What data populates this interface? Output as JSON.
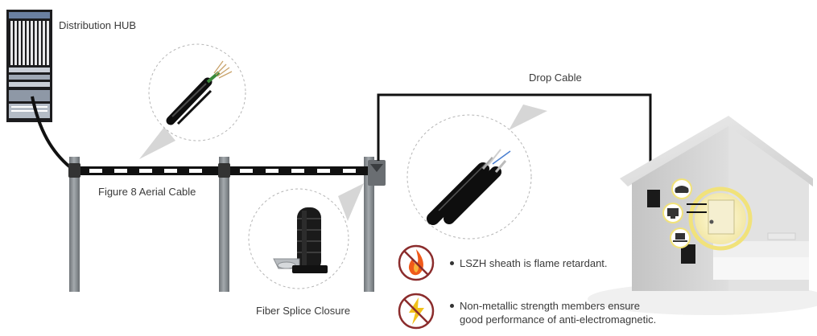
{
  "labels": {
    "distribution_hub": "Distribution HUB",
    "figure8_aerial_cable": "Figure 8 Aerial Cable",
    "drop_cable": "Drop Cable",
    "fiber_splice_closure": "Fiber Splice Closure"
  },
  "features": [
    {
      "icon": "flame-icon",
      "line1": "LSZH sheath is flame retardant.",
      "line2": ""
    },
    {
      "icon": "lightning-icon",
      "line1": "Non-metallic strength members ensure",
      "line2": "good performance of anti-electromagnetic."
    }
  ],
  "colors": {
    "cable": "#111111",
    "pole": "#8a8f93",
    "callout_border": "#b5b5b5",
    "pointer": "#d6d6d6",
    "house_wall": "#d3d3d3",
    "house_roof": "#e6e6e6",
    "highlight_ring": "#f1e27a",
    "icon_ring": "#8b2c2c",
    "flame": "#f05a1a",
    "lightning": "#f2c21a"
  }
}
